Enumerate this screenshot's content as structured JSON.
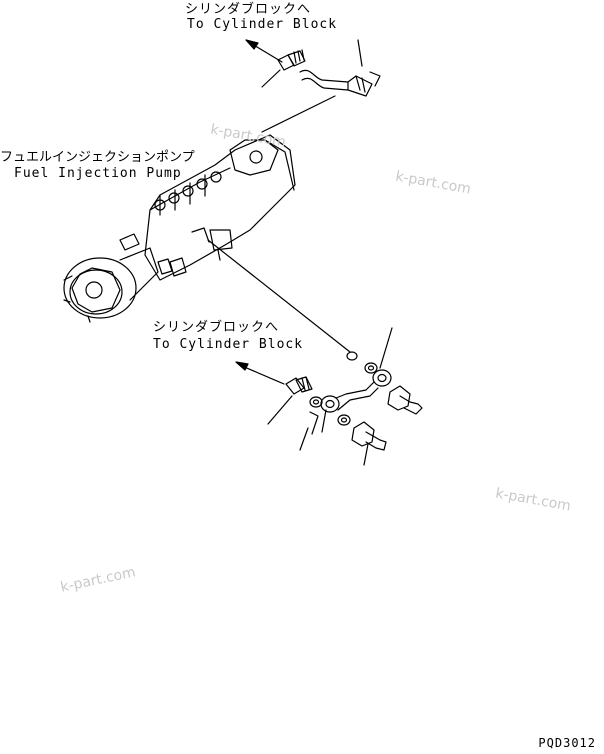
{
  "labels": {
    "top_jp": "シリンダブロックへ",
    "top_en": "To Cylinder Block",
    "pump_jp": "フュエルインジェクションポンプ",
    "pump_en": "Fuel Injection Pump",
    "mid_jp": "シリンダブロックへ",
    "mid_en": "To Cylinder Block"
  },
  "watermarks": [
    "k-part.com",
    "k-part.com",
    "k-part.com",
    "k-part.com"
  ],
  "drawing_code": "PQD3012"
}
